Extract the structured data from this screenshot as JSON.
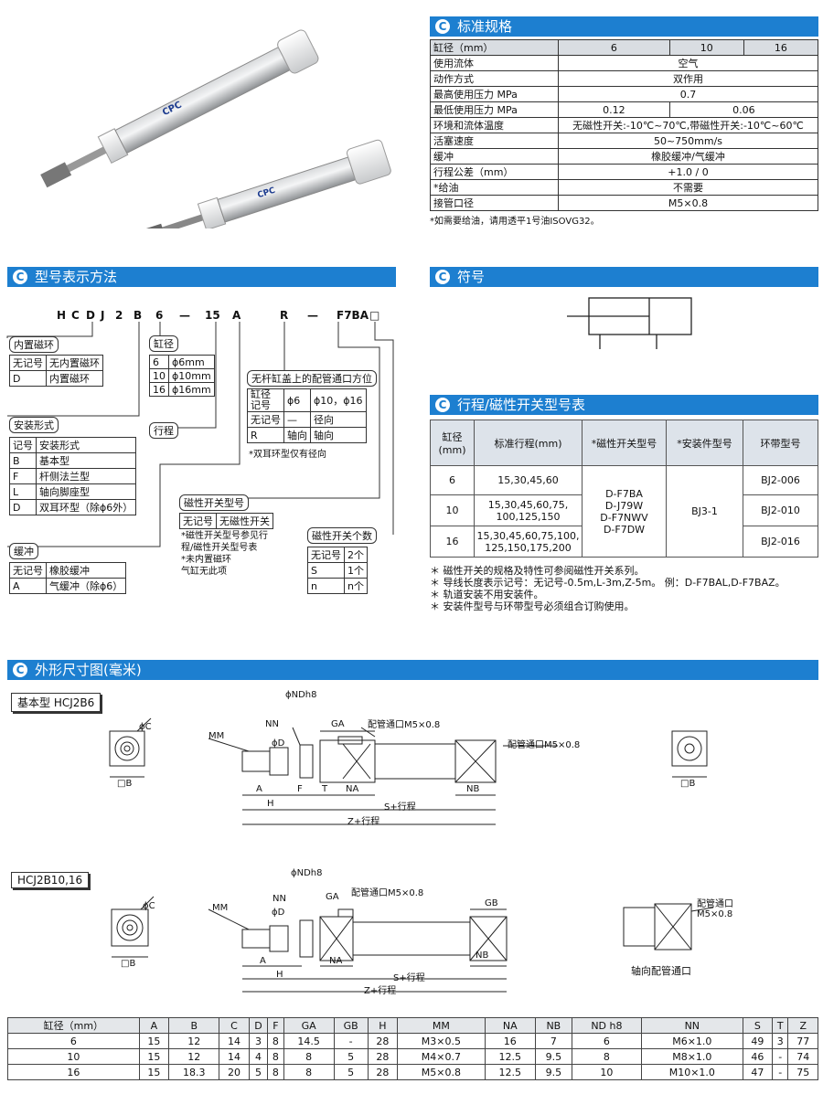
{
  "spec": {
    "heading": "标准规格",
    "header": [
      "缸径（mm）",
      "6",
      "10",
      "16"
    ],
    "rows": [
      {
        "label": "使用流体",
        "cells": [
          {
            "text": "空气",
            "span": 3
          }
        ]
      },
      {
        "label": "动作方式",
        "cells": [
          {
            "text": "双作用",
            "span": 3
          }
        ]
      },
      {
        "label": "最高使用压力 MPa",
        "cells": [
          {
            "text": "0.7",
            "span": 3
          }
        ]
      },
      {
        "label": "最低使用压力 MPa",
        "cells": [
          {
            "text": "0.12",
            "span": 1
          },
          {
            "text": "0.06",
            "span": 2
          }
        ]
      },
      {
        "label": "环境和流体温度",
        "cells": [
          {
            "text": "无磁性开关:-10℃~70℃,带磁性开关:-10℃~60℃",
            "span": 3
          }
        ]
      },
      {
        "label": "活塞速度",
        "cells": [
          {
            "text": "50~750mm/s",
            "span": 3
          }
        ]
      },
      {
        "label": "缓冲",
        "cells": [
          {
            "text": "橡胶缓冲/气缓冲",
            "span": 3
          }
        ]
      },
      {
        "label": "行程公差（mm）",
        "cells": [
          {
            "text": "+1.0 / 0",
            "span": 3
          }
        ]
      },
      {
        "label": "*给油",
        "cells": [
          {
            "text": "不需要",
            "span": 3
          }
        ]
      },
      {
        "label": "接管口径",
        "cells": [
          {
            "text": "M5×0.8",
            "span": 3
          }
        ]
      }
    ],
    "note": "*如需要给油，请用透平1号油ISOVG32。"
  },
  "model": {
    "heading": "型号表示方法",
    "code": [
      "H",
      "C",
      "D",
      "J",
      "2",
      "B",
      "6",
      "—",
      "15",
      "A",
      "R",
      "—",
      "F7BA",
      "□"
    ],
    "magnet": {
      "title": "内置磁环",
      "rows": [
        [
          "无记号",
          "无内置磁环"
        ],
        [
          "D",
          "内置磁环"
        ]
      ]
    },
    "bore": {
      "title": "缸径",
      "rows": [
        [
          "6",
          "ϕ6mm"
        ],
        [
          "10",
          "ϕ10mm"
        ],
        [
          "16",
          "ϕ16mm"
        ]
      ]
    },
    "port": {
      "title": "无杆缸盖上的配管通口方位",
      "head": [
        "缸径",
        "ϕ6",
        "ϕ10，ϕ16"
      ],
      "rows": [
        [
          "无记号",
          "—",
          "径向"
        ],
        [
          "R",
          "轴向",
          "轴向"
        ]
      ],
      "note": "*双耳环型仅有径向",
      "head_row": "记号"
    },
    "mount": {
      "title": "安装形式",
      "rows": [
        [
          "记号",
          "安装形式"
        ],
        [
          "B",
          "基本型"
        ],
        [
          "F",
          "杆侧法兰型"
        ],
        [
          "L",
          "轴向脚座型"
        ],
        [
          "D",
          "双耳环型（除ϕ6外）"
        ]
      ]
    },
    "stroke": {
      "title": "行程"
    },
    "switch": {
      "title": "磁性开关型号",
      "rows": [
        [
          "无记号",
          "无磁性开关"
        ]
      ],
      "notes": [
        "*磁性开关型号参见行",
        "程/磁性开关型号表",
        "*未内置磁环",
        "气缸无此项"
      ]
    },
    "count": {
      "title": "磁性开关个数",
      "rows": [
        [
          "无记号",
          "2个"
        ],
        [
          "S",
          "1个"
        ],
        [
          "n",
          "n个"
        ]
      ]
    },
    "cushion": {
      "title": "缓冲",
      "rows": [
        [
          "无记号",
          "橡胶缓冲"
        ],
        [
          "A",
          "气缓冲（除ϕ6）"
        ]
      ]
    }
  },
  "symbol": {
    "heading": "符号"
  },
  "switch_table": {
    "heading": "行程/磁性开关型号表",
    "header": [
      "缸径(mm)",
      "标准行程(mm)",
      "*磁性开关型号",
      "*安装件型号",
      "环带型号"
    ],
    "rows": [
      {
        "bore": "6",
        "stroke": "15,30,45,60",
        "band": "BJ2-006"
      },
      {
        "bore": "10",
        "stroke": "15,30,45,60,75,\n100,125,150",
        "band": "BJ2-010"
      },
      {
        "bore": "16",
        "stroke": "15,30,45,60,75,100,\n125,150,175,200",
        "band": "BJ2-016"
      }
    ],
    "switch_models": "D-F7BA\nD-J79W\nD-F7NWV\nD-F7DW",
    "mount_model": "BJ3-1",
    "notes": [
      "＊ 磁性开关的规格及特性可参阅磁性开关系列。",
      "＊ 导线长度表示记号：无记号-0.5m,L-3m,Z-5m。 例：D-F7BAL,D-F7BAZ。",
      "＊ 轨道安装不用安装件。",
      "＊ 安装件型号与环带型号必须组合订购使用。"
    ]
  },
  "outline": {
    "heading": "外形尺寸图(毫米)",
    "tag1": "基本型 HCJ2B6",
    "tag2": "HCJ2B10,16",
    "labels": {
      "phiC": "ϕC",
      "box_b": "□B",
      "mm": "MM",
      "nn": "NN",
      "phiND": "ϕNDh8",
      "phiD": "ϕD",
      "ga": "GA",
      "gb": "GB",
      "port1": "配管通口M5×0.8",
      "port2": "配管通口M5×0.8",
      "a": "A",
      "f": "F",
      "t": "T",
      "na": "NA",
      "nb": "NB",
      "h": "H",
      "s": "S+行程",
      "z": "Z+行程",
      "port_axial": "配管通口\nM5×0.8",
      "axial_caption": "轴向配管通口"
    }
  },
  "dims": {
    "header": [
      "缸径（mm）",
      "A",
      "B",
      "C",
      "D",
      "F",
      "GA",
      "GB",
      "H",
      "MM",
      "NA",
      "NB",
      "ND h8",
      "NN",
      "S",
      "T",
      "Z"
    ],
    "rows": [
      [
        "6",
        "15",
        "12",
        "14",
        "3",
        "8",
        "14.5",
        "-",
        "28",
        "M3×0.5",
        "16",
        "7",
        "6",
        "M6×1.0",
        "49",
        "3",
        "77"
      ],
      [
        "10",
        "15",
        "12",
        "14",
        "4",
        "8",
        "8",
        "5",
        "28",
        "M4×0.7",
        "12.5",
        "9.5",
        "8",
        "M8×1.0",
        "46",
        "-",
        "74"
      ],
      [
        "16",
        "15",
        "18.3",
        "20",
        "5",
        "8",
        "8",
        "5",
        "28",
        "M5×0.8",
        "12.5",
        "9.5",
        "10",
        "M10×1.0",
        "47",
        "-",
        "75"
      ]
    ]
  },
  "colors": {
    "accent": "#1d7fd0"
  }
}
